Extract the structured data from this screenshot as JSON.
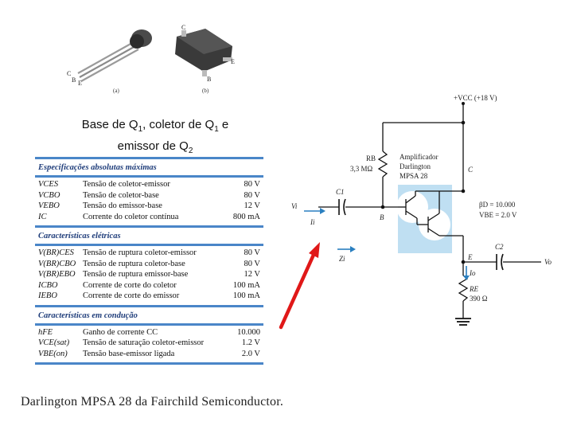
{
  "photo": {
    "label_a": "(a)",
    "label_b": "(b)",
    "pin_c": "C",
    "pin_b": "B",
    "pin_e": "E"
  },
  "caption": {
    "line1_prefix": "Base de Q",
    "line1_sub1": "1",
    "line1_mid": ", coletor de Q",
    "line1_sub2": "1",
    "line1_suffix": " e",
    "line2_prefix": "emissor de Q",
    "line2_sub": "2"
  },
  "specs": {
    "sections": [
      {
        "title": "Especificações absolutas máximas",
        "rows": [
          {
            "sym": "VCES",
            "desc": "Tensão de coletor-emissor",
            "val": "80 V"
          },
          {
            "sym": "VCBO",
            "desc": "Tensão de coletor-base",
            "val": "80 V"
          },
          {
            "sym": "VEBO",
            "desc": "Tensão do emissor-base",
            "val": "12 V"
          },
          {
            "sym": "IC",
            "desc": "Corrente do coletor contínua",
            "val": "800 mA"
          }
        ]
      },
      {
        "title": "Características elétricas",
        "rows": [
          {
            "sym": "V(BR)CES",
            "desc": "Tensão de ruptura coletor-emissor",
            "val": "80 V"
          },
          {
            "sym": "V(BR)CBO",
            "desc": "Tensão de ruptura coletor-base",
            "val": "80 V"
          },
          {
            "sym": "V(BR)EBO",
            "desc": "Tensão de ruptura emissor-base",
            "val": "12 V"
          },
          {
            "sym": "ICBO",
            "desc": "Corrente de corte do coletor",
            "val": "100 mA"
          },
          {
            "sym": "IEBO",
            "desc": "Corrente de corte do emissor",
            "val": "100 mA"
          }
        ]
      },
      {
        "title": "Características em condução",
        "rows": [
          {
            "sym": "hFE",
            "desc": "Ganho de corrente CC",
            "val": "10.000"
          },
          {
            "sym": "VCE(sat)",
            "desc": "Tensão de saturação coletor-emissor",
            "val": "1.2 V"
          },
          {
            "sym": "VBE(on)",
            "desc": "Tensão base-emissor ligada",
            "val": "2.0 V"
          }
        ]
      }
    ]
  },
  "footer": "Darlington MPSA 28 da Fairchild Semiconductor.",
  "circuit": {
    "vcc": "+VCC (+18 V)",
    "rb_name": "RB",
    "rb_value": "3,3 MΩ",
    "amp_line1": "Amplificador",
    "amp_line2": "Darlington",
    "amp_line3": "MPSA 28",
    "node_c": "C",
    "node_b": "B",
    "node_e": "E",
    "c1": "C1",
    "c2": "C2",
    "vi": "Vi",
    "ii": "Ii",
    "zi": "Zi",
    "vo": "Vo",
    "io": "Io",
    "beta": "βD = 10.000",
    "vbe": "VBE = 2.0 V",
    "re_name": "RE",
    "re_value": "390 Ω"
  },
  "colors": {
    "table_bar": "#4a86c8",
    "amp_box": "#bfdff2",
    "arrow": "#e01818",
    "current_arrow": "#2a7fc0"
  }
}
